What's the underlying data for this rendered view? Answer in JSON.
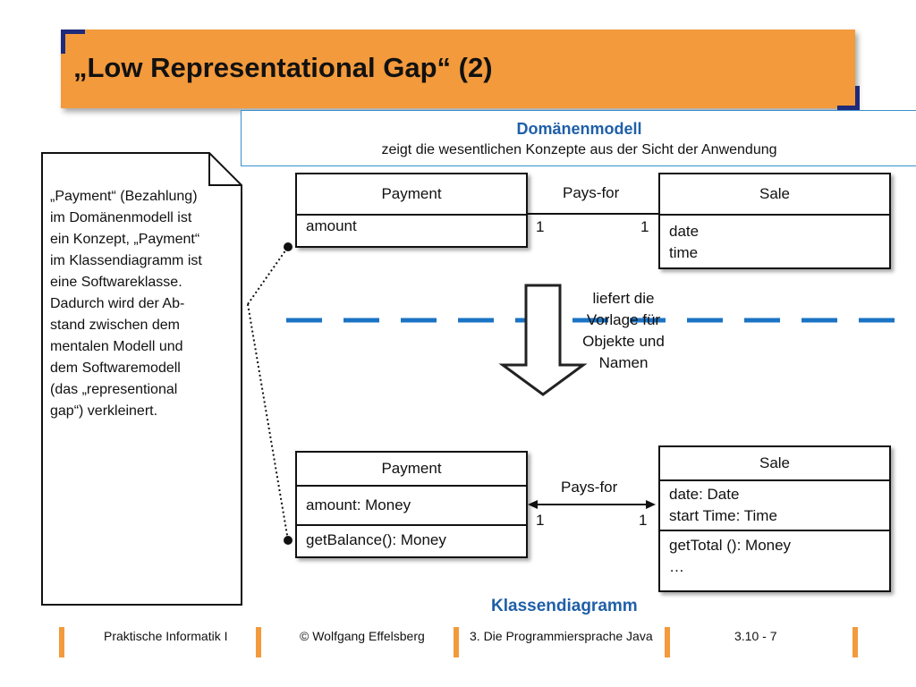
{
  "slide": {
    "title": "„Low Representational Gap“ (2)"
  },
  "domain_model": {
    "title": "Domänenmodell",
    "subtitle": "zeigt die wesentlichen Konzepte aus der Sicht der Anwendung"
  },
  "note": {
    "lines": [
      "„Payment“ (Bezahlung)",
      "im Domänenmodell ist",
      "ein Konzept, „Payment“",
      "im Klassendiagramm ist",
      "eine Softwareklasse.",
      "Dadurch wird der Ab-",
      "stand zwischen dem",
      "mentalen Modell und",
      "dem Softwaremodell",
      "(das „representional",
      "gap“) verkleinert."
    ]
  },
  "domain_diagram": {
    "payment": {
      "name": "Payment",
      "attrs": [
        "amount"
      ]
    },
    "sale": {
      "name": "Sale",
      "attrs": [
        "date",
        "time"
      ]
    },
    "association": {
      "label": "Pays-for",
      "left_mult": "1",
      "right_mult": "1"
    }
  },
  "transition": {
    "lines": [
      "liefert die",
      "Vorlage für",
      "Objekte und",
      "Namen"
    ]
  },
  "class_diagram": {
    "title": "Klassendiagramm",
    "payment": {
      "name": "Payment",
      "attrs": [
        "amount: Money"
      ],
      "ops": [
        "getBalance(): Money"
      ]
    },
    "sale": {
      "name": "Sale",
      "attrs": [
        "date: Date",
        "start Time: Time"
      ],
      "ops": [
        "getTotal (): Money",
        "…"
      ]
    },
    "association": {
      "label": "Pays-for",
      "left_mult": "1",
      "right_mult": "1"
    }
  },
  "footer": {
    "course": "Praktische Informatik I",
    "author": "© Wolfgang Effelsberg",
    "chapter": "3. Die Programmiersprache Java",
    "page": "3.10 - 7"
  },
  "colors": {
    "title_bar": "#f39a3c",
    "accent_blue": "#1f5fa8",
    "dashed_line": "#1a73c5",
    "corner": "#1e2a7a"
  }
}
